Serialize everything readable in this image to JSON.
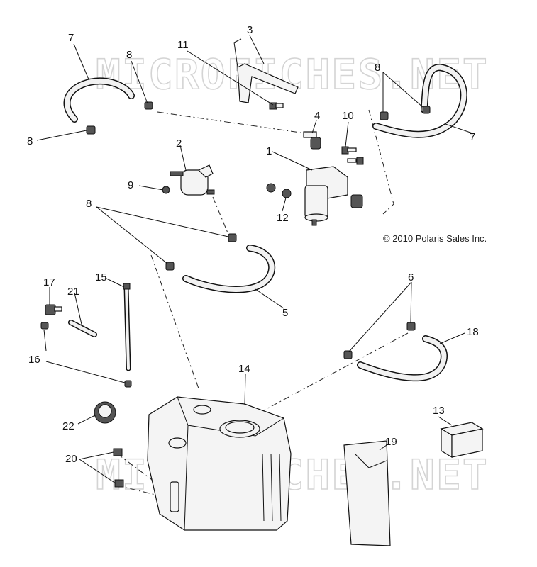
{
  "watermark": {
    "top": "MICROFICHES.NET",
    "bottom": "MICROFICHES.NET"
  },
  "copyright": "© 2010 Polaris Sales Inc.",
  "callouts": {
    "c1": "1",
    "c2": "2",
    "c3": "3",
    "c4": "4",
    "c5": "5",
    "c6": "6",
    "c7a": "7",
    "c7b": "7",
    "c8a": "8",
    "c8b": "8",
    "c8c": "8",
    "c8d": "8",
    "c9": "9",
    "c10": "10",
    "c11": "11",
    "c12": "12",
    "c13": "13",
    "c14": "14",
    "c15": "15",
    "c16": "16",
    "c17": "17",
    "c18": "18",
    "c19": "19",
    "c20": "20",
    "c21": "21",
    "c22": "22"
  }
}
